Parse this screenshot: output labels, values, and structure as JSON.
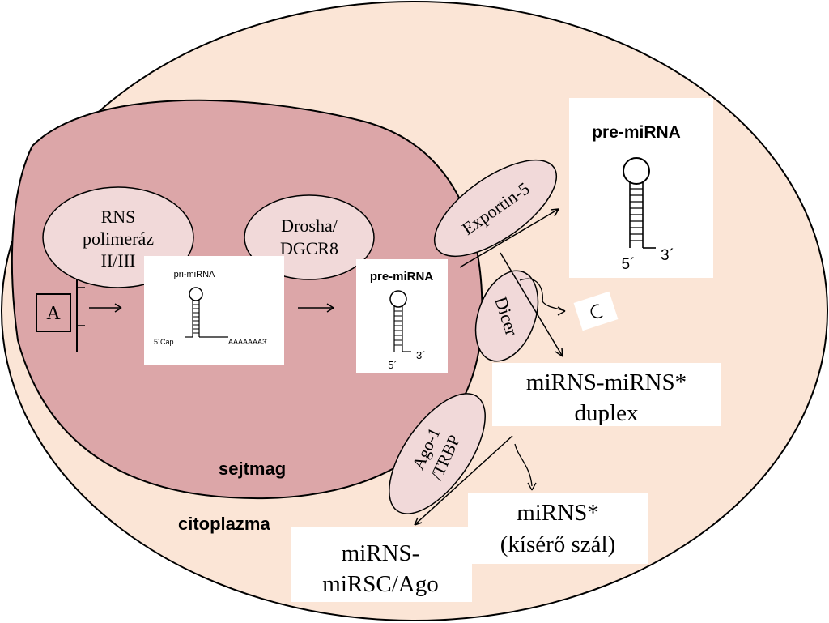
{
  "labels": {
    "rns_pol_1": "RNS",
    "rns_pol_2": "polimeráz",
    "rns_pol_3": "II/III",
    "drosha_1": "Drosha/",
    "drosha_2": "DGCR8",
    "exportin": "Exportin-5",
    "dicer": "Dicer",
    "ago_1": "Ago-1",
    "ago_2": "/TRBP",
    "gene_box": "A",
    "pri_mirna_title": "pri-miRNA",
    "pri_mirna_cap": "5´Cap",
    "pri_mirna_tail": "AAAAAAA3´",
    "pre_mirna_nuc_title": "pre-miRNA",
    "pre_mirna_nuc_5": "5´",
    "pre_mirna_nuc_3": "3´",
    "pre_mirna_cyto_title": "pre-miRNA",
    "pre_mirna_cyto_5": "5´",
    "pre_mirna_cyto_3": "3´",
    "duplex_1": "miRNS-miRNS*",
    "duplex_2": "duplex",
    "passenger_1": "miRNS*",
    "passenger_2": "(kísérő szál)",
    "risc_1": "miRNS-",
    "risc_2": "miRSC/Ago",
    "nucleus": "sejtmag",
    "cytoplasm": "citoplazma"
  },
  "colors": {
    "cell_fill": "#fbe5d6",
    "nucleus_fill": "#dca6a8",
    "enzyme_fill": "#f1d9d9",
    "outline": "#000000"
  }
}
